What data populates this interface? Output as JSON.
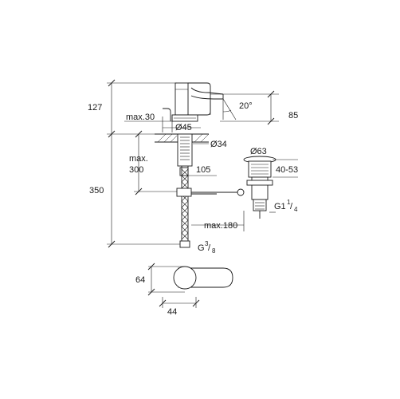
{
  "dimensions": {
    "height_upper": "127",
    "max_30": "max.30",
    "dia_45": "Ø45",
    "angle_20": "20°",
    "spout_85": "85",
    "dia_34": "Ø34",
    "dia_63": "Ø63",
    "max_300_line1": "max.",
    "max_300_line2": "300",
    "range_40_53": "40-53",
    "offset_105": "105",
    "total_350": "350",
    "thread_g1_main": "G1",
    "thread_g1_sup": "1",
    "thread_g1_sub": "4",
    "max_180": "max.180",
    "thread_g38_main": "G",
    "thread_g38_sup": "3",
    "thread_g38_sub": "8",
    "depth_64": "64",
    "width_44": "44"
  }
}
